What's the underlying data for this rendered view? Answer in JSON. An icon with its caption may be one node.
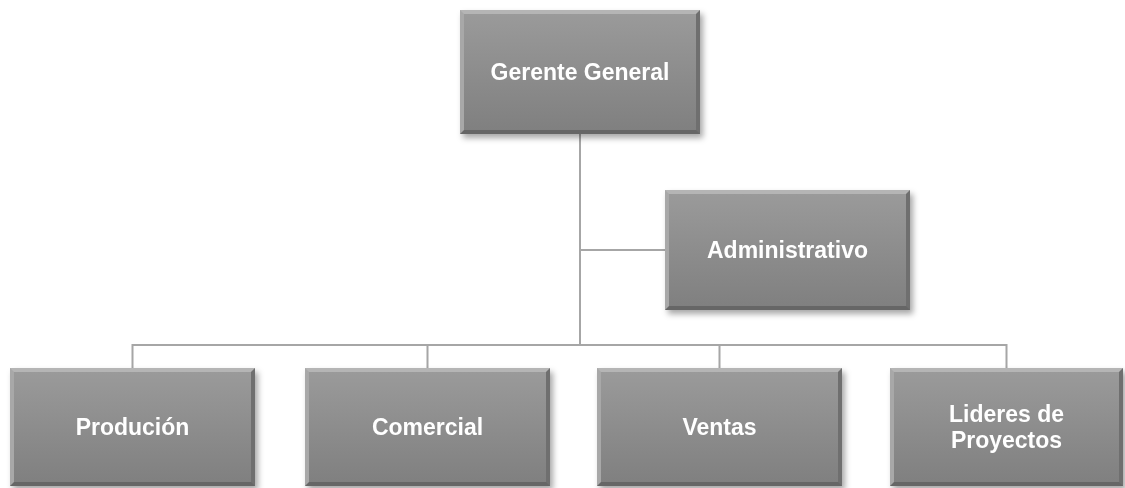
{
  "diagram": {
    "nodes": [
      {
        "text": [
          "Gerente General"
        ]
      },
      {
        "text": [
          "Administrativo"
        ]
      },
      {
        "text": [
          "Produción"
        ]
      },
      {
        "text": [
          "Comercial"
        ]
      },
      {
        "text": [
          "Ventas"
        ]
      },
      {
        "text": [
          "Lideres de Proyectos"
        ]
      }
    ],
    "edges": [
      {
        "from": 0,
        "to": 1,
        "arrow": "none"
      },
      {
        "from": 0,
        "to": 2,
        "arrow": "none"
      },
      {
        "from": 0,
        "to": 3,
        "arrow": "none"
      },
      {
        "from": 0,
        "to": 4,
        "arrow": "none"
      },
      {
        "from": 0,
        "to": 5,
        "arrow": "none"
      }
    ]
  }
}
